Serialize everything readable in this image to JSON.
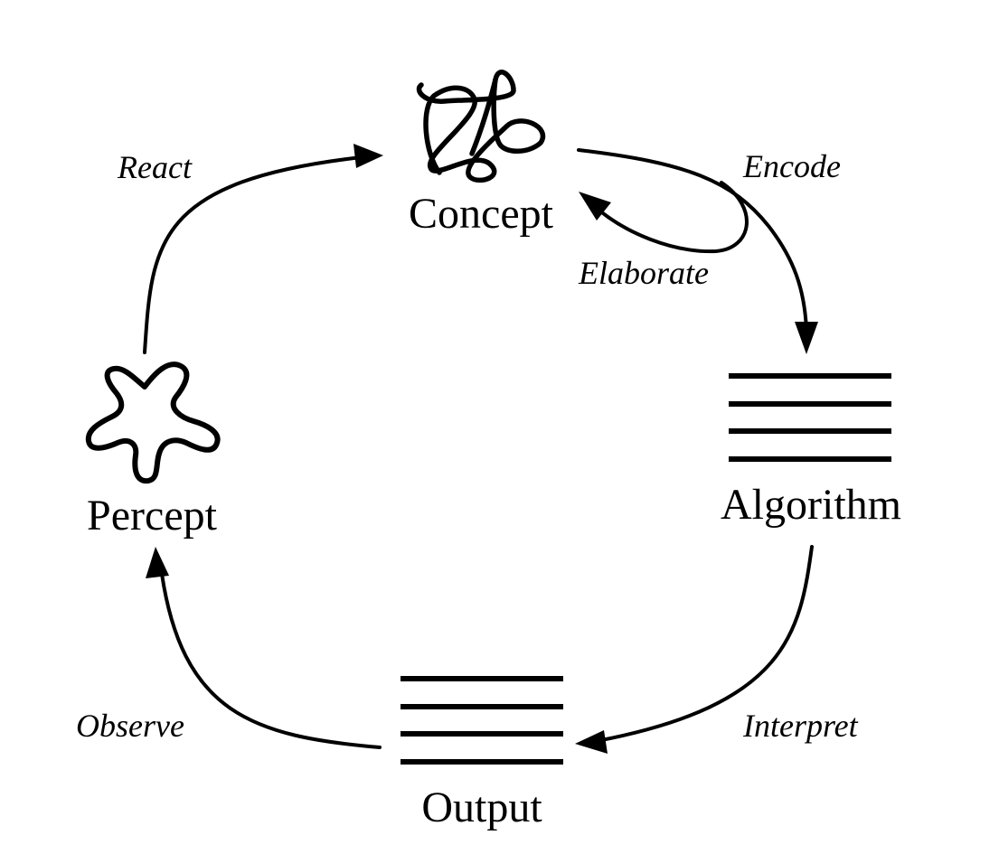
{
  "colors": {
    "ink": "#000000",
    "background": "#ffffff"
  },
  "nodes": {
    "concept": {
      "label": "Concept",
      "icon": "knot-star-icon"
    },
    "algorithm": {
      "label": "Algorithm",
      "icon": "horizontal-lines-icon"
    },
    "output": {
      "label": "Output",
      "icon": "horizontal-lines-icon"
    },
    "percept": {
      "label": "Percept",
      "icon": "wavy-star-icon"
    }
  },
  "edges": {
    "encode": {
      "label": "Encode",
      "from": "Concept",
      "to": "Algorithm"
    },
    "elaborate": {
      "label": "Elaborate",
      "from": "Concept",
      "to": "Concept"
    },
    "interpret": {
      "label": "Interpret",
      "from": "Algorithm",
      "to": "Output"
    },
    "observe": {
      "label": "Observe",
      "from": "Output",
      "to": "Percept"
    },
    "react": {
      "label": "React",
      "from": "Percept",
      "to": "Concept"
    }
  }
}
